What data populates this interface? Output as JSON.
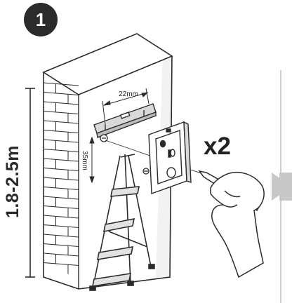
{
  "step": {
    "number": "1"
  },
  "height_range": "1.8-2.5m",
  "quantity": "x2",
  "dimensions": {
    "horizontal": "22mm",
    "vertical": "35mm"
  },
  "colors": {
    "ink": "#2b2b2b",
    "wall_shadow": "#eeeeee",
    "arrow": "#c8c8c8"
  },
  "icons": [
    "brick-wall-icon",
    "spirit-level-icon",
    "wall-plate-icon",
    "step-ladder-icon",
    "hand-pencil-icon",
    "next-arrow-icon"
  ]
}
